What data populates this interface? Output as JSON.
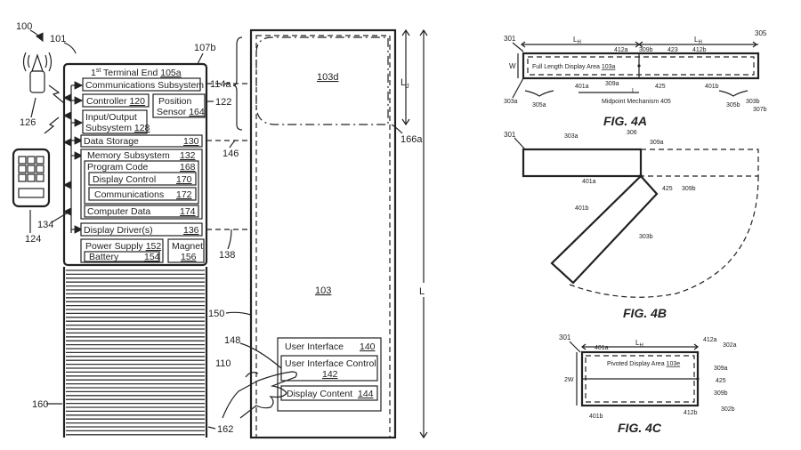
{
  "fig_left": {
    "refs": {
      "r100": "100",
      "r101": "101",
      "r107b": "107b",
      "r126": "126",
      "r124": "124",
      "r134": "134",
      "r160": "160",
      "r114a": "114a",
      "r122": "122",
      "r146": "146",
      "r138": "138",
      "r150": "150",
      "r148": "148",
      "r110": "110",
      "r162": "162",
      "r166a": "166a",
      "Lj": "L",
      "Lj_sub": "J",
      "L": "L"
    },
    "blocks": {
      "terminal_end": {
        "pre": "1",
        "sup": "st",
        "text": " Terminal End ",
        "ref": "105a"
      },
      "comms_subsystem": {
        "text": "Communications Subsystem",
        "ref": ""
      },
      "controller": {
        "text": "Controller ",
        "ref": "120"
      },
      "position_sensor_1": "Position",
      "position_sensor_2": {
        "text": "Sensor ",
        "ref": "164"
      },
      "io_1": "Input/Output",
      "io_2": {
        "text": "Subsystem ",
        "ref": "128"
      },
      "data_storage": {
        "text": "Data Storage",
        "ref": "130"
      },
      "memory_subsystem": {
        "text": "Memory Subsystem",
        "ref": "132"
      },
      "program_code": {
        "text": "Program Code",
        "ref": "168"
      },
      "display_control": {
        "text": "Display Control",
        "ref": "170"
      },
      "communications": {
        "text": "Communications",
        "ref": "172"
      },
      "computer_data": {
        "text": "Computer Data",
        "ref": "174"
      },
      "display_drivers": {
        "text": "Display Driver(s)",
        "ref": "136"
      },
      "power_supply": {
        "text": "Power Supply ",
        "ref": "152"
      },
      "battery": {
        "text": "Battery",
        "ref": "154"
      },
      "magnet_1": "Magnet",
      "magnet_2": "156",
      "display_area_top": "103d",
      "display_area": "103",
      "user_interface": {
        "text": "User Interface",
        "ref": "140"
      },
      "ui_control_1": "User Interface Control",
      "ui_control_2": "142",
      "display_content": {
        "text": "Display Content",
        "ref": "144"
      }
    }
  },
  "fig_4a": {
    "caption": "FIG. 4A",
    "r301": "301",
    "r305": "305",
    "r412a": "412a",
    "r309b": "309b",
    "r423": "423",
    "r412b": "412b",
    "rW": "W",
    "r303a": "303a",
    "r401a": "401a",
    "r309a": "309a",
    "r425": "425",
    "r401b": "401b",
    "r303b": "303b",
    "r307b": "307b",
    "r305a": "305a",
    "r305b": "305b",
    "rL": "L",
    "rLH_left": "L",
    "rLH_right": "L",
    "sub_H": "H",
    "full_length_label": "Full Length Display Area ",
    "full_length_ref": "103a",
    "midpoint_label": "Midpoint Mechanism 405"
  },
  "fig_4b": {
    "caption": "FIG. 4B",
    "r301": "301",
    "r303a": "303a",
    "r306": "306",
    "r309a": "309a",
    "r401a": "401a",
    "r425": "425",
    "r309b": "309b",
    "r401b": "401b",
    "r303b": "303b"
  },
  "fig_4c": {
    "caption": "FIG. 4C",
    "r301": "301",
    "r401a": "401a",
    "rLH": "L",
    "sub_H": "H",
    "r412a": "412a",
    "r302a": "302a",
    "r2W": "2W",
    "r309a": "309a",
    "r425": "425",
    "r309b": "309b",
    "r401b": "401b",
    "r412b": "412b",
    "r302b": "302b",
    "pivoted_label": "Pivoted Display Area ",
    "pivoted_ref": "103e"
  }
}
